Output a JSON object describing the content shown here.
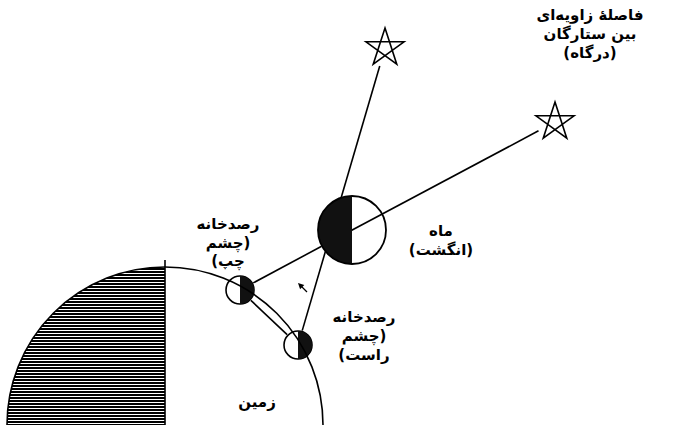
{
  "diagram": {
    "nodes": [
      {
        "text": [
          "فاصلهٔ زاویه‌ای بین ستارگان (درگاه)"
        ]
      },
      {
        "text": [
          "ماه (انگشت)"
        ]
      },
      {
        "text": [
          "رصدخانه (چشم چپ)"
        ]
      },
      {
        "text": [
          "رصدخانه (چشم راست)"
        ]
      },
      {
        "text": [
          "زمین"
        ]
      }
    ],
    "edges": [
      {
        "from": 2,
        "to": 3,
        "arrow": "none"
      },
      {
        "from": 2,
        "to": 1,
        "arrow": "none"
      },
      {
        "from": 3,
        "to": 0,
        "arrow": "none"
      }
    ]
  }
}
